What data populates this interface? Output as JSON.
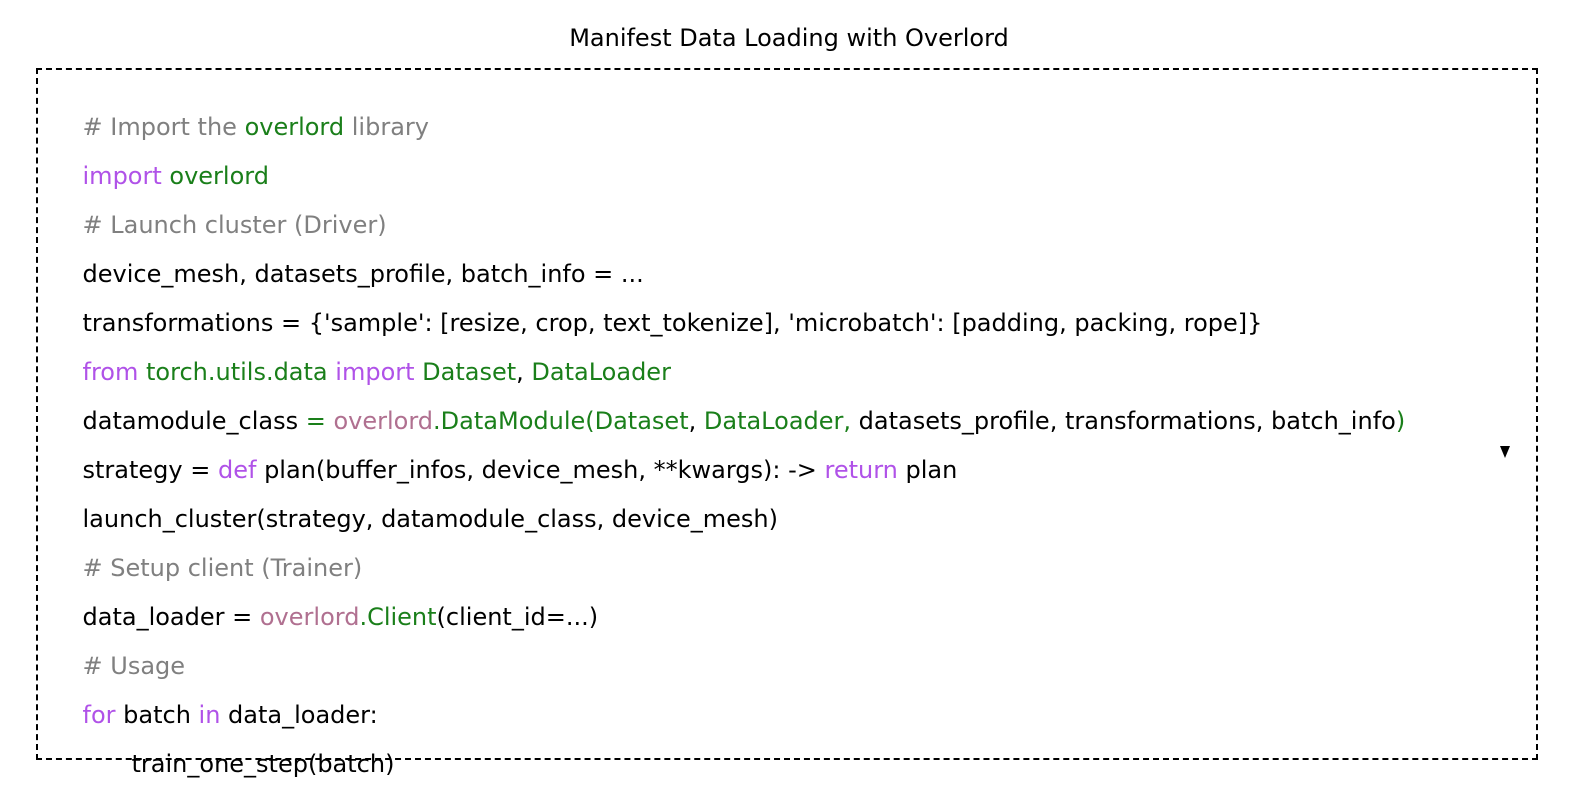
{
  "title": "Manifest Data Loading with Overlord",
  "colors": {
    "comment": "#808080",
    "keyword": "#b052e8",
    "module": "#1a7f1a",
    "object": "#b07090",
    "plain": "#000000",
    "border": "#000000"
  },
  "code_lines": [
    {
      "indent": 0,
      "tokens": [
        {
          "text": "# Import the ",
          "kind": "comment"
        },
        {
          "text": "overlord",
          "kind": "module"
        },
        {
          "text": " library",
          "kind": "comment"
        }
      ]
    },
    {
      "indent": 0,
      "tokens": [
        {
          "text": "import",
          "kind": "keyword"
        },
        {
          "text": " ",
          "kind": "plain"
        },
        {
          "text": "overlord",
          "kind": "module"
        }
      ]
    },
    {
      "indent": 0,
      "tokens": [
        {
          "text": "# Launch cluster (Driver)",
          "kind": "comment"
        }
      ]
    },
    {
      "indent": 0,
      "tokens": [
        {
          "text": "device_mesh, datasets_profile, batch_info = ...",
          "kind": "plain"
        }
      ]
    },
    {
      "indent": 0,
      "tokens": [
        {
          "text": "transformations = {'sample': [resize, crop, text_tokenize], 'microbatch': [padding, packing, rope]}",
          "kind": "plain"
        }
      ]
    },
    {
      "indent": 0,
      "tokens": [
        {
          "text": "from",
          "kind": "keyword"
        },
        {
          "text": " ",
          "kind": "plain"
        },
        {
          "text": "torch.utils.data",
          "kind": "module"
        },
        {
          "text": " ",
          "kind": "plain"
        },
        {
          "text": "import",
          "kind": "keyword"
        },
        {
          "text": " ",
          "kind": "plain"
        },
        {
          "text": "Dataset",
          "kind": "module"
        },
        {
          "text": ", ",
          "kind": "plain"
        },
        {
          "text": "DataLoader",
          "kind": "module"
        }
      ]
    },
    {
      "indent": 0,
      "tokens": [
        {
          "text": "datamodule_class ",
          "kind": "plain"
        },
        {
          "text": "= ",
          "kind": "module"
        },
        {
          "text": "overlord",
          "kind": "object"
        },
        {
          "text": ".DataModule(Dataset",
          "kind": "module"
        },
        {
          "text": ", ",
          "kind": "plain"
        },
        {
          "text": "DataLoader,",
          "kind": "module"
        },
        {
          "text": " datasets_profile, transformations, batch_info",
          "kind": "plain"
        },
        {
          "text": ")",
          "kind": "module"
        }
      ]
    },
    {
      "indent": 0,
      "tokens": [
        {
          "text": "strategy = ",
          "kind": "plain"
        },
        {
          "text": "def",
          "kind": "keyword"
        },
        {
          "text": " plan(buffer_infos, device_mesh, **kwargs): -> ",
          "kind": "plain"
        },
        {
          "text": "return",
          "kind": "keyword"
        },
        {
          "text": " plan",
          "kind": "plain"
        }
      ]
    },
    {
      "indent": 0,
      "tokens": [
        {
          "text": "launch_cluster(strategy, datamodule_class, device_mesh)",
          "kind": "plain"
        }
      ]
    },
    {
      "indent": 0,
      "tokens": [
        {
          "text": "# Setup client (Trainer)",
          "kind": "comment"
        }
      ]
    },
    {
      "indent": 0,
      "tokens": [
        {
          "text": "data_loader = ",
          "kind": "plain"
        },
        {
          "text": "overlord",
          "kind": "object"
        },
        {
          "text": ".Client",
          "kind": "module"
        },
        {
          "text": "(client_id=...)",
          "kind": "plain"
        }
      ]
    },
    {
      "indent": 0,
      "tokens": [
        {
          "text": "# Usage",
          "kind": "comment"
        }
      ]
    },
    {
      "indent": 0,
      "tokens": [
        {
          "text": "for",
          "kind": "keyword"
        },
        {
          "text": " batch ",
          "kind": "plain"
        },
        {
          "text": "in",
          "kind": "keyword"
        },
        {
          "text": " data_loader:",
          "kind": "plain"
        }
      ]
    },
    {
      "indent": 1,
      "tokens": [
        {
          "text": "train_one_step(batch)",
          "kind": "plain"
        }
      ]
    }
  ]
}
